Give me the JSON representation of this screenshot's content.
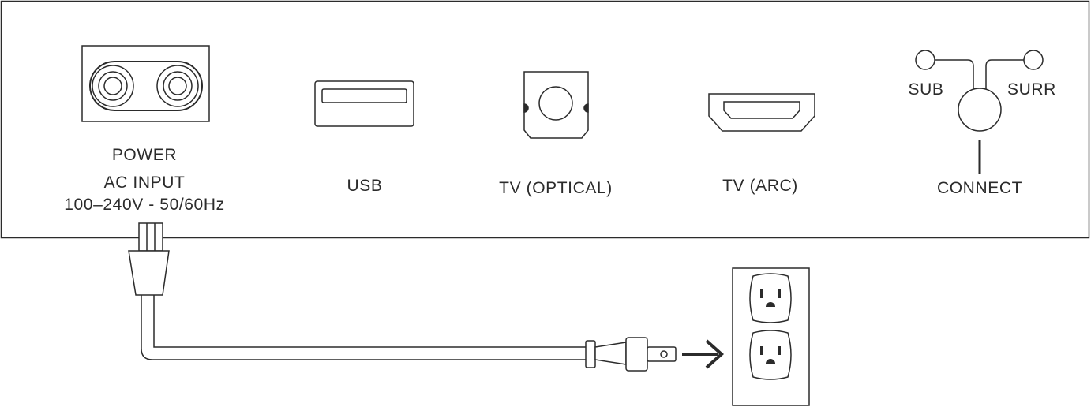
{
  "ports": {
    "power": {
      "line1": "POWER",
      "line2": "AC INPUT",
      "line3": "100–240V - 50/60Hz"
    },
    "usb": {
      "label": "USB"
    },
    "optical": {
      "label": "TV (OPTICAL)"
    },
    "arc": {
      "label": "TV (ARC)"
    },
    "connect": {
      "label": "CONNECT",
      "sub_label": "SUB",
      "surr_label": "SURR"
    }
  },
  "icons": [
    "ac-power-socket-icon",
    "usb-port-icon",
    "optical-port-icon",
    "hdmi-arc-port-icon",
    "connect-jack-icon",
    "power-plug-icon",
    "wall-outlet-icon",
    "arrow-right-icon"
  ],
  "colors": {
    "line": "#2b2b2b",
    "background": "#ffffff"
  }
}
